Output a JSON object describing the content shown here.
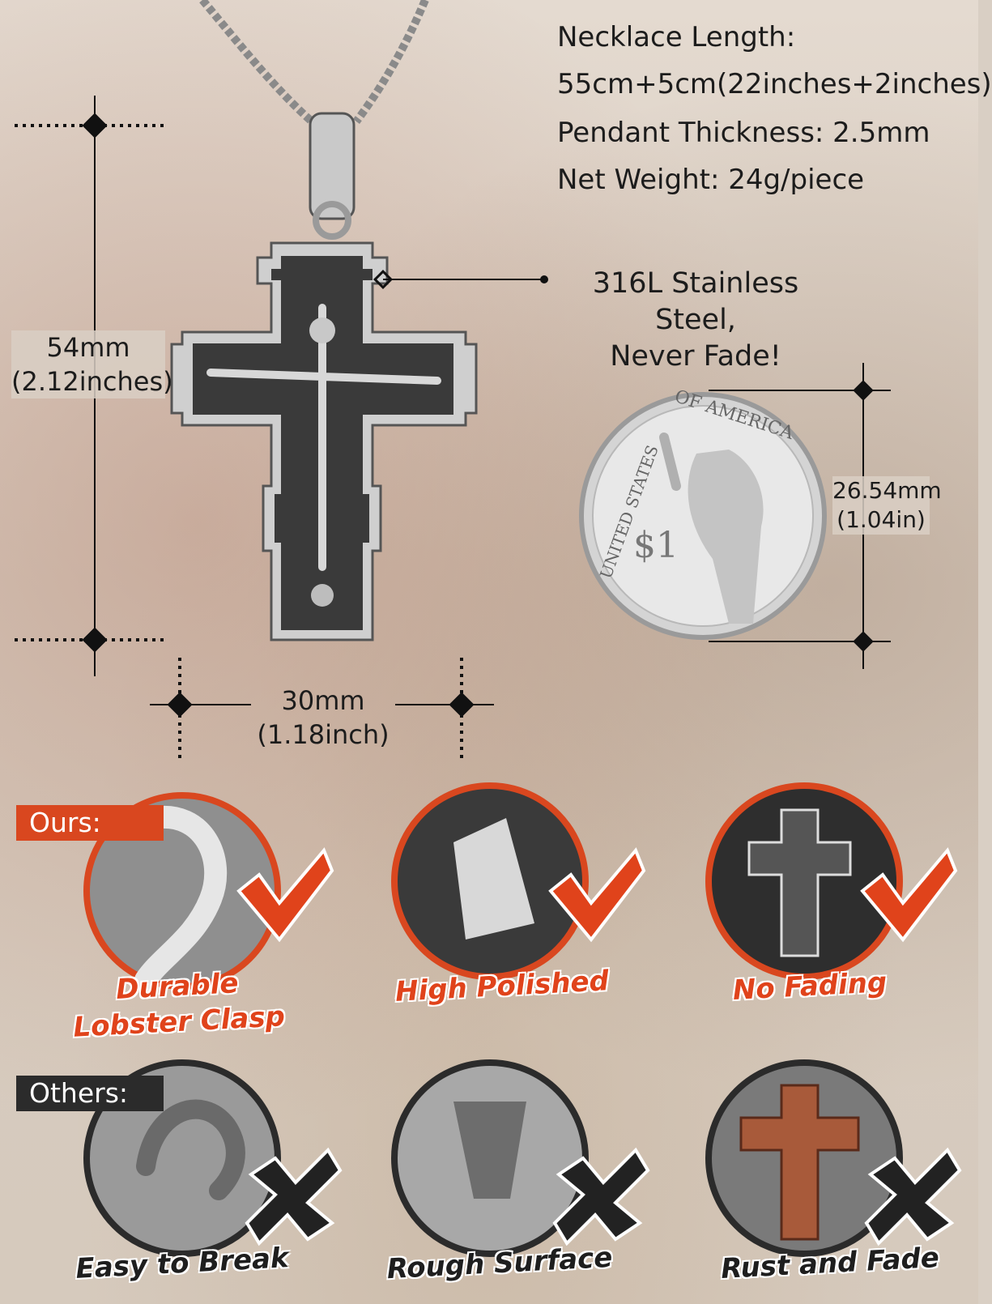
{
  "specs": {
    "line1": "Necklace Length:",
    "line2": "55cm+5cm(22inches+2inches)",
    "line3": "Pendant Thickness: 2.5mm",
    "line4": "Net Weight: 24g/piece"
  },
  "material": {
    "line1": "316L Stainless Steel,",
    "line2": "Never Fade!"
  },
  "height_dim": {
    "mm": "54mm",
    "inch": "(2.12inches)"
  },
  "width_dim": {
    "mm": "30mm",
    "inch": "(1.18inch)"
  },
  "coin": {
    "top_text": "OF AMERICA",
    "side_text": "UNITED STATES",
    "value": "$1",
    "mm": "26.54mm",
    "inch": "(1.04in)"
  },
  "comparison": {
    "ours_label": "Ours:",
    "others_label": "Others:",
    "ours": [
      {
        "line1": "Durable",
        "line2": "Lobster Clasp"
      },
      {
        "line1": "High Polished"
      },
      {
        "line1": "No Fading"
      }
    ],
    "others": [
      {
        "line1": "Easy to Break"
      },
      {
        "line1": "Rough Surface"
      },
      {
        "line1": "Rust and Fade"
      }
    ]
  },
  "colors": {
    "accent": "#e0431b",
    "dark": "#2b2b2b",
    "ring": "#d9471f"
  }
}
